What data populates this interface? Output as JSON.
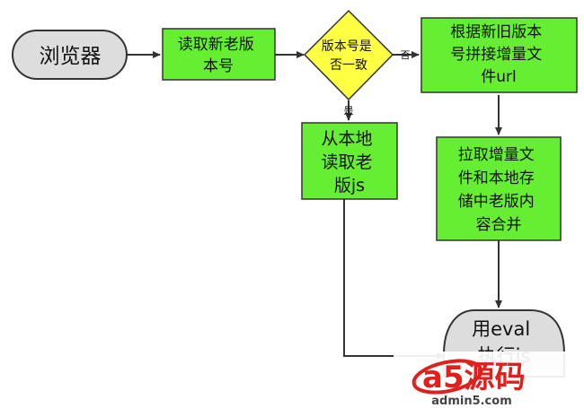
{
  "nodes": {
    "browser": {
      "lines": [
        "浏览器"
      ]
    },
    "read_old_version": {
      "lines": [
        "读取新老版",
        "本号"
      ]
    },
    "decision": {
      "lines": [
        "版本号是",
        "否一致"
      ]
    },
    "build_url": {
      "lines": [
        "根据新旧版本",
        "号拼接增量文",
        "件url"
      ]
    },
    "read_local_js": {
      "lines": [
        "从本地",
        "读取老",
        "版js"
      ]
    },
    "fetch_merge": {
      "lines": [
        "拉取增量文",
        "件和本地存",
        "储中老版内",
        "容合并"
      ]
    },
    "eval_exec": {
      "lines": [
        "用eval",
        "执行js"
      ]
    }
  },
  "edge_labels": {
    "no": "否",
    "yes": "是"
  },
  "watermark": {
    "brand": "a5源码",
    "url": "admin5.com"
  },
  "colors": {
    "process_fill": "#66ee33",
    "decision_fill": "#ffff44",
    "terminal_fill": "#dddddd",
    "watermark_red": "#e0201c"
  }
}
